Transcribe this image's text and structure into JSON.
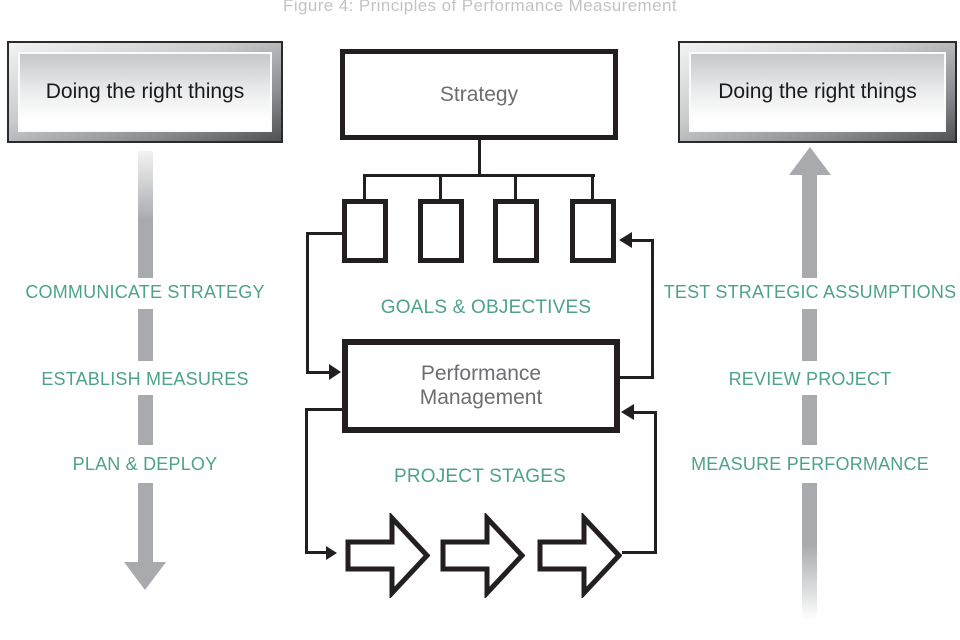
{
  "figure": {
    "title": "Figure 4: Principles of Performance Measurement"
  },
  "left_flow": {
    "box_label": "Doing the right things",
    "arrow_direction": "down",
    "steps": [
      "COMMUNICATE STRATEGY",
      "ESTABLISH MEASURES",
      "PLAN & DEPLOY"
    ]
  },
  "right_flow": {
    "box_label": "Doing the right things",
    "arrow_direction": "up",
    "steps": [
      "TEST STRATEGIC ASSUMPTIONS",
      "REVIEW PROJECT",
      "MEASURE PERFORMANCE"
    ]
  },
  "center_flow": {
    "strategy_label": "Strategy",
    "goals_label": "GOALS & OBJECTIVES",
    "performance_line1": "Performance",
    "performance_line2": "Management",
    "project_stages_label": "PROJECT STAGES",
    "goal_box_count": 4,
    "stage_arrow_count": 3
  },
  "colors": {
    "teal_label": "#4da28e",
    "flow_arrow_gray": "#a8aaad",
    "line_black": "#231f20",
    "box_text_gray": "#6d6e71",
    "title_gray": "#c1c3c5"
  }
}
